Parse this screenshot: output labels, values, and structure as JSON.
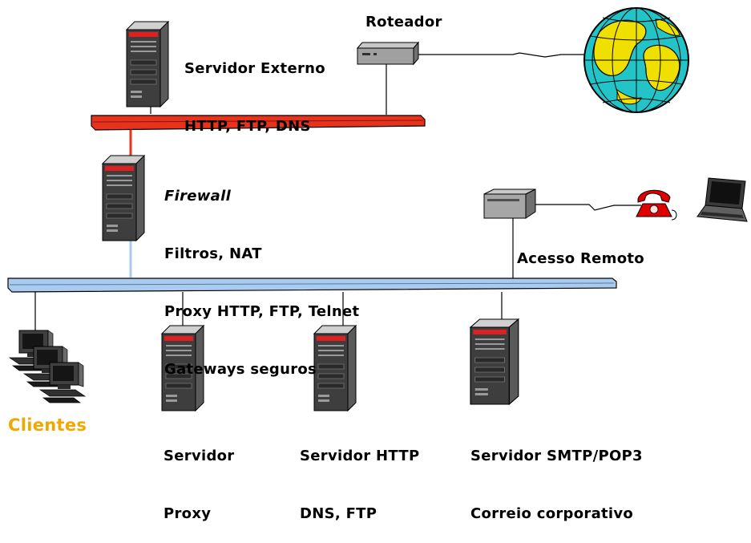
{
  "colors": {
    "external_network": "#e8321c",
    "internal_network": "#a9cbf0",
    "link_external": "#e8321c",
    "link_internal": "#a9cbf0",
    "clientes_text": "#f0a800",
    "globe_ocean": "#22c4c8",
    "globe_land": "#f0e000",
    "phone": "#e00000"
  },
  "labels": {
    "servidor_externo": {
      "line1": "Servidor Externo",
      "line2": "HTTP, FTP, DNS"
    },
    "roteador": "Roteador",
    "firewall": {
      "title": "Firewall",
      "line1": "Filtros, NAT",
      "line2": "Proxy HTTP, FTP, Telnet",
      "line3": "Gateways seguros"
    },
    "acesso_remoto": "Acesso Remoto",
    "clientes": "Clientes",
    "servidor_proxy": {
      "line1": "Servidor",
      "line2": "Proxy"
    },
    "servidor_http": {
      "line1": "Servidor HTTP",
      "line2": "DNS, FTP"
    },
    "servidor_smtp": {
      "line1": "Servidor SMTP/POP3",
      "line2": "Correio corporativo"
    }
  },
  "icons": {
    "external_server": "server-tower-icon",
    "router": "router-icon",
    "internet": "globe-icon",
    "firewall_server": "server-tower-icon",
    "remote_access_device": "modem-icon",
    "telephone": "telephone-icon",
    "laptop": "laptop-icon",
    "clients": "desktop-computers-icon",
    "proxy_server": "server-tower-icon",
    "http_server": "server-tower-icon",
    "smtp_server": "server-tower-icon"
  }
}
